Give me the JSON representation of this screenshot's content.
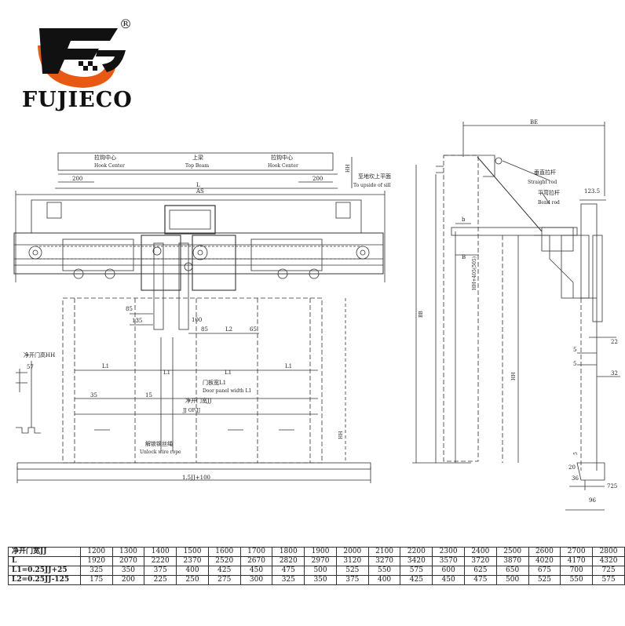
{
  "brand": {
    "name": "FUJIECO",
    "registered": "®",
    "colors": {
      "orange": "#e85a14",
      "black": "#111111"
    }
  },
  "front_view": {
    "hook_center_left_cn": "拉钩中心",
    "hook_center_left_en": "Hook Center",
    "top_beam_cn": "上梁",
    "top_beam_en": "Top Beam",
    "hook_center_right_cn": "拉钩中心",
    "hook_center_right_en": "Hook Center",
    "dim_200_left": "200",
    "dim_200_right": "200",
    "dim_L": "L",
    "dim_AS": "AS",
    "sill_cn": "至地坎上平面",
    "sill_en": "To upside of sill",
    "dim_HH_top": "HH",
    "dim_85": "85",
    "dim_135": "135",
    "dim_100": "100",
    "dim_85b": "85",
    "dim_L2": "L2",
    "dim_65": "65",
    "clear_height_cn": "净开门高HH",
    "dim_57": "57",
    "L1_a": "L1",
    "L1_b": "L1",
    "L1_c": "L1",
    "L1_d": "L1",
    "door_panel_cn": "门板宽L1",
    "door_panel_en": "Door panel width L1",
    "dim_35": "35",
    "dim_15": "15",
    "clear_width_cn": "净开门宽JJ",
    "clear_width_en": "JJ OP-JJ",
    "unlock_cn": "解锁钢丝绳",
    "unlock_en": "Unlock wire rope",
    "dim_HH_bottom": "HH",
    "bottom_dim": "1.5JJ+100"
  },
  "side_view": {
    "dim_BE": "BE",
    "straight_rod_cn": "垂直拉杆",
    "straight_rod_en": "Straight rod",
    "bend_rod_cn": "平弯拉杆",
    "bend_rod_en": "Bend rod",
    "dim_123_5": "123.5",
    "dim_b": "b",
    "dim_B": "B",
    "dim_HH405": "HH+405(505)",
    "dim_BB": "BB",
    "dim_HH": "HH",
    "dim_22": "22",
    "dim_5a": "5",
    "dim_5b": "5",
    "dim_32": "32",
    "dim_5c": "5",
    "dim_20": "20",
    "dim_36": "36",
    "dim_725": "725",
    "dim_96": "96"
  },
  "spec_table": {
    "rows": [
      {
        "label": "净开门宽JJ",
        "values": [
          "1200",
          "1300",
          "1400",
          "1500",
          "1600",
          "1700",
          "1800",
          "1900",
          "2000",
          "2100",
          "2200",
          "2300",
          "2400",
          "2500",
          "2600",
          "2700",
          "2800"
        ]
      },
      {
        "label": "L",
        "values": [
          "1920",
          "2070",
          "2220",
          "2370",
          "2520",
          "2670",
          "2820",
          "2970",
          "3120",
          "3270",
          "3420",
          "3570",
          "3720",
          "3870",
          "4020",
          "4170",
          "4320"
        ]
      },
      {
        "label": "L1=0.25JJ+25",
        "values": [
          "325",
          "350",
          "375",
          "400",
          "425",
          "450",
          "475",
          "500",
          "525",
          "550",
          "575",
          "600",
          "625",
          "650",
          "675",
          "700",
          "725"
        ]
      },
      {
        "label": "L2=0.25JJ-125",
        "values": [
          "175",
          "200",
          "225",
          "250",
          "275",
          "300",
          "325",
          "350",
          "375",
          "400",
          "425",
          "450",
          "475",
          "500",
          "525",
          "550",
          "575"
        ]
      }
    ]
  }
}
